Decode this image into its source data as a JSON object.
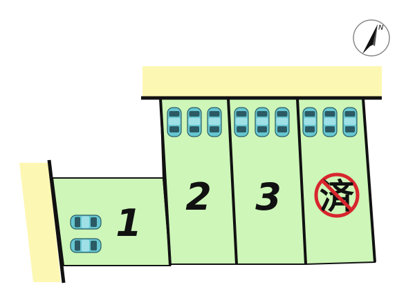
{
  "compass": {
    "north_label": "N"
  },
  "lots": [
    {
      "id": "lot-1",
      "label": "1",
      "sold": false,
      "cars": 2
    },
    {
      "id": "lot-2",
      "label": "2",
      "sold": false,
      "cars": 3
    },
    {
      "id": "lot-3",
      "label": "3",
      "sold": false,
      "cars": 3
    },
    {
      "id": "lot-4",
      "label": "",
      "sold": true,
      "sold_mark": "済",
      "cars": 3
    }
  ],
  "colors": {
    "lot_fill": "#cdf6b8",
    "road_fill": "#fdf7b4",
    "outline": "#111111",
    "car_body": "#66c7d0",
    "car_window": "#2b5a64",
    "sold_mark": "#d8262e"
  }
}
